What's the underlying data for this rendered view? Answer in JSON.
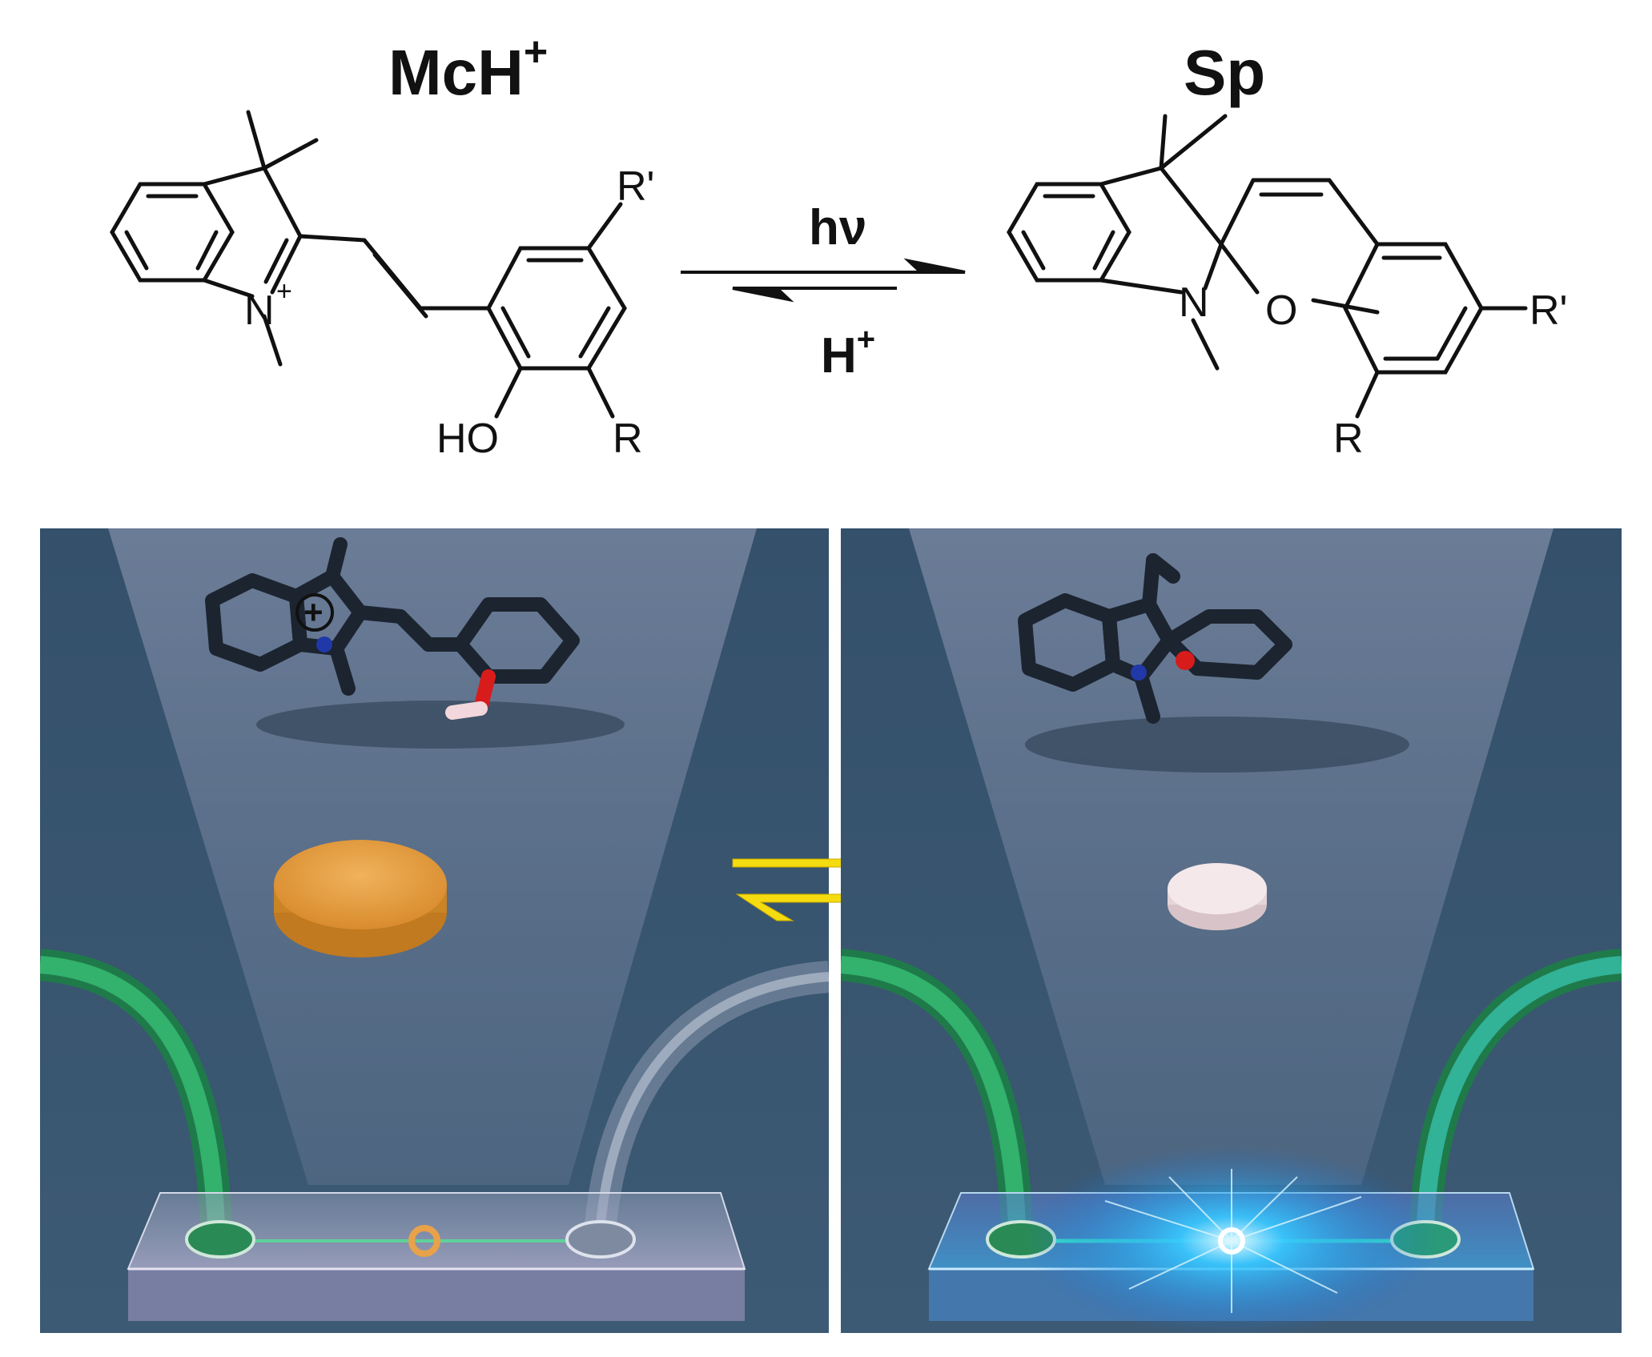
{
  "scheme": {
    "left_title": "McH",
    "left_title_sup": "+",
    "right_title": "Sp",
    "arrow_top": "hν",
    "arrow_bottom": "H",
    "arrow_bottom_sup": "+",
    "left_labels": {
      "n_atom": "N",
      "n_charge": "+",
      "hydroxyl": "HO",
      "r": "R",
      "r_prime": "R'"
    },
    "right_labels": {
      "n_atom": "N",
      "o_atom": "O",
      "r": "R",
      "r_prime": "R'"
    }
  },
  "panels": {
    "left_charge": "+",
    "colors": {
      "background": "#3a5570",
      "disc_left": "#e8a24a",
      "disc_right": "#f4e8ea",
      "tube": "#2fae6a",
      "glow": "#38c8ff",
      "arrows": "#f5dc10"
    }
  }
}
